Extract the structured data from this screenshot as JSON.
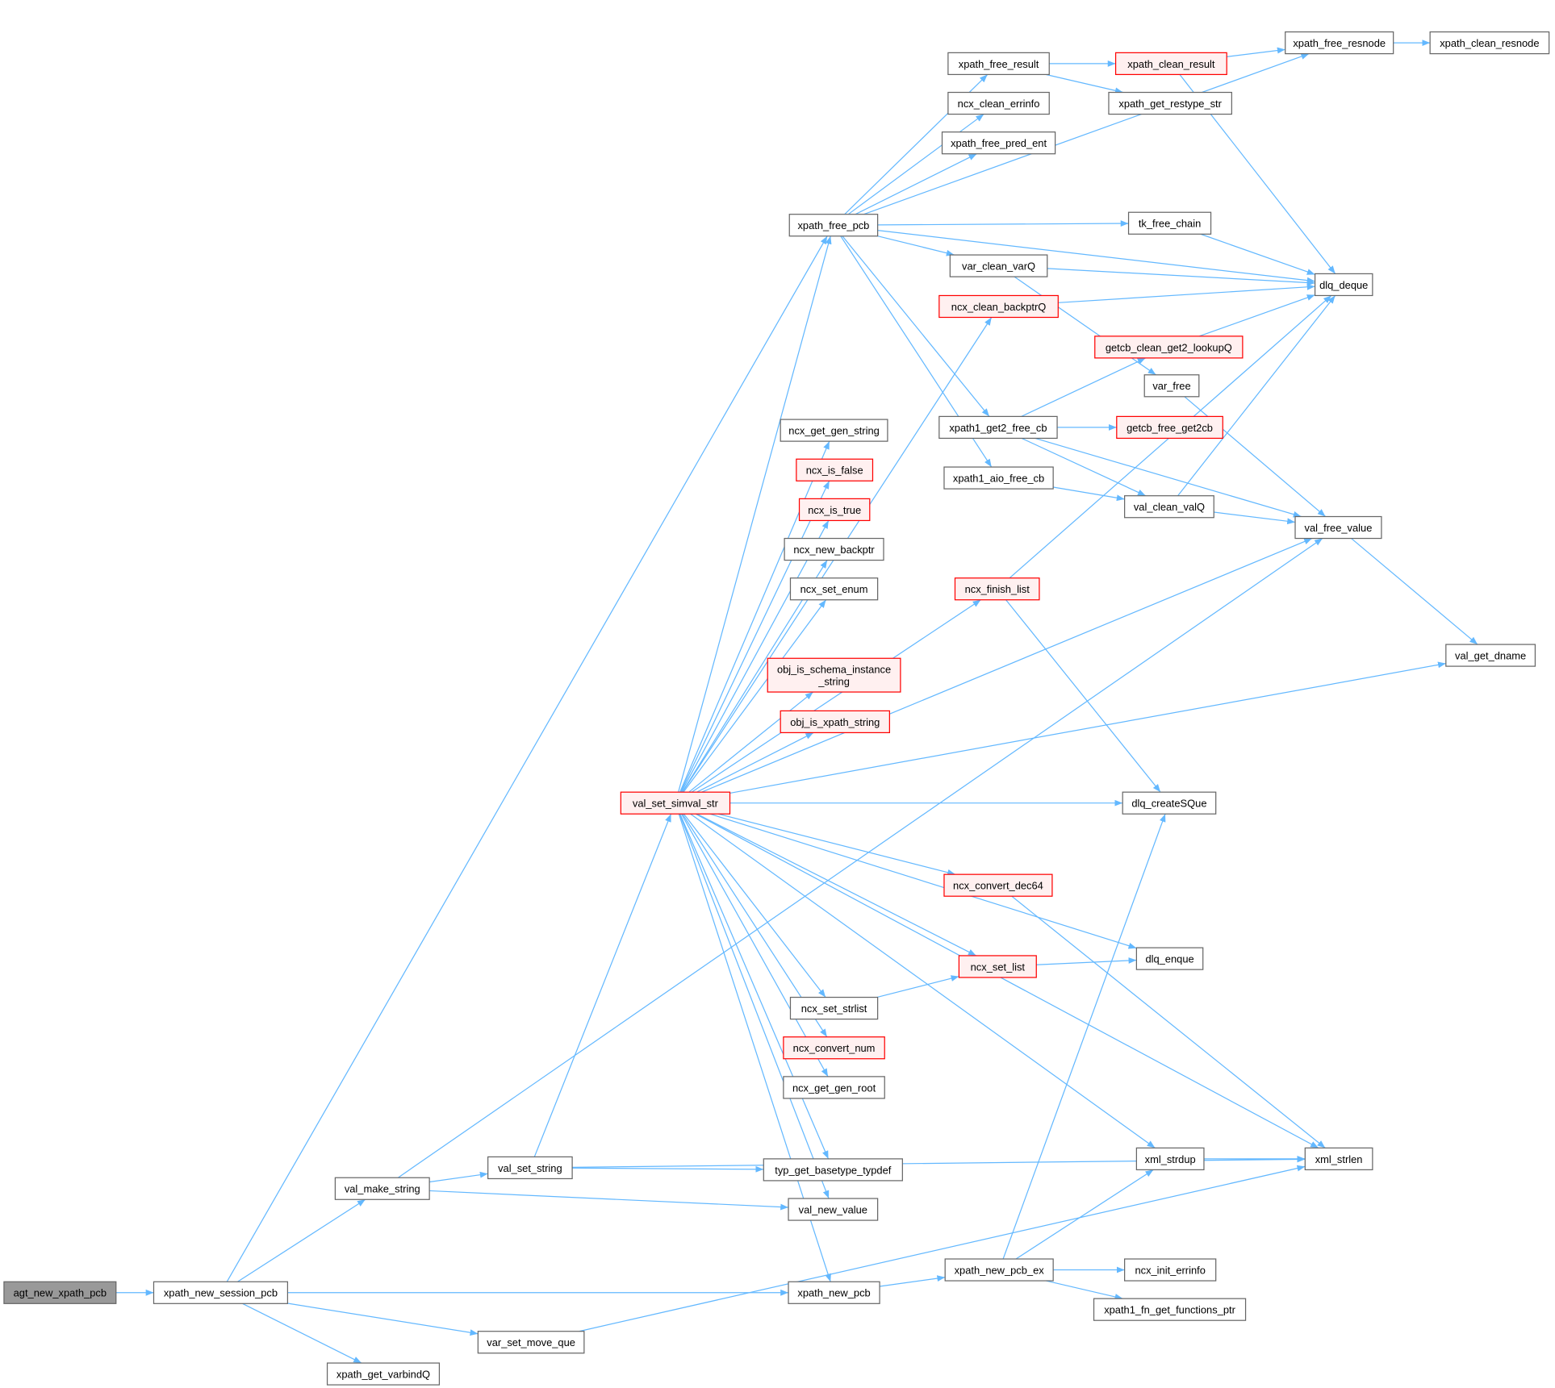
{
  "colors": {
    "edge": "#63b8ff",
    "node_border": "#666666",
    "node_fill": "#ffffff",
    "root_fill": "#999999",
    "root_border": "#666666",
    "highlight_border": "#ff0000",
    "highlight_fill": "#fff0f0"
  },
  "nodes": [
    {
      "id": "agt_new_xpath_pcb",
      "label": [
        "agt_new_xpath_pcb"
      ],
      "kind": "root"
    },
    {
      "id": "xpath_new_session_pcb",
      "label": [
        "xpath_new_session_pcb"
      ]
    },
    {
      "id": "xpath_get_varbindQ",
      "label": [
        "xpath_get_varbindQ"
      ]
    },
    {
      "id": "var_set_move_que",
      "label": [
        "var_set_move_que"
      ]
    },
    {
      "id": "val_make_string",
      "label": [
        "val_make_string"
      ]
    },
    {
      "id": "val_set_string",
      "label": [
        "val_set_string"
      ]
    },
    {
      "id": "xpath_new_pcb",
      "label": [
        "xpath_new_pcb"
      ]
    },
    {
      "id": "xpath_new_pcb_ex",
      "label": [
        "xpath_new_pcb_ex"
      ]
    },
    {
      "id": "ncx_init_errinfo",
      "label": [
        "ncx_init_errinfo"
      ]
    },
    {
      "id": "xpath1_fn_get_functions_ptr",
      "label": [
        "xpath1_fn_get_functions_ptr"
      ]
    },
    {
      "id": "val_new_value",
      "label": [
        "val_new_value"
      ]
    },
    {
      "id": "typ_get_basetype_typdef",
      "label": [
        "typ_get_basetype_typdef"
      ]
    },
    {
      "id": "xml_strdup",
      "label": [
        "xml_strdup"
      ]
    },
    {
      "id": "xml_strlen",
      "label": [
        "xml_strlen"
      ]
    },
    {
      "id": "ncx_get_gen_root",
      "label": [
        "ncx_get_gen_root"
      ]
    },
    {
      "id": "ncx_convert_num",
      "label": [
        "ncx_convert_num"
      ],
      "kind": "hl"
    },
    {
      "id": "ncx_set_strlist",
      "label": [
        "ncx_set_strlist"
      ]
    },
    {
      "id": "ncx_set_list",
      "label": [
        "ncx_set_list"
      ],
      "kind": "hl"
    },
    {
      "id": "dlq_enque",
      "label": [
        "dlq_enque"
      ]
    },
    {
      "id": "ncx_convert_dec64",
      "label": [
        "ncx_convert_dec64"
      ],
      "kind": "hl"
    },
    {
      "id": "val_set_simval_str",
      "label": [
        "val_set_simval_str"
      ],
      "kind": "hl"
    },
    {
      "id": "dlq_createSQue",
      "label": [
        "dlq_createSQue"
      ]
    },
    {
      "id": "obj_is_xpath_string",
      "label": [
        "obj_is_xpath_string"
      ],
      "kind": "hl"
    },
    {
      "id": "obj_is_schema_instance_string",
      "label": [
        "obj_is_schema_instance",
        "_string"
      ],
      "kind": "hl"
    },
    {
      "id": "ncx_set_enum",
      "label": [
        "ncx_set_enum"
      ]
    },
    {
      "id": "ncx_new_backptr",
      "label": [
        "ncx_new_backptr"
      ]
    },
    {
      "id": "ncx_is_true",
      "label": [
        "ncx_is_true"
      ],
      "kind": "hl"
    },
    {
      "id": "ncx_is_false",
      "label": [
        "ncx_is_false"
      ],
      "kind": "hl"
    },
    {
      "id": "ncx_get_gen_string",
      "label": [
        "ncx_get_gen_string"
      ]
    },
    {
      "id": "ncx_finish_list",
      "label": [
        "ncx_finish_list"
      ],
      "kind": "hl"
    },
    {
      "id": "val_get_dname",
      "label": [
        "val_get_dname"
      ]
    },
    {
      "id": "val_free_value",
      "label": [
        "val_free_value"
      ]
    },
    {
      "id": "val_clean_valQ",
      "label": [
        "val_clean_valQ"
      ]
    },
    {
      "id": "xpath1_aio_free_cb",
      "label": [
        "xpath1_aio_free_cb"
      ]
    },
    {
      "id": "xpath1_get2_free_cb",
      "label": [
        "xpath1_get2_free_cb"
      ]
    },
    {
      "id": "getcb_free_get2cb",
      "label": [
        "getcb_free_get2cb"
      ],
      "kind": "hl"
    },
    {
      "id": "var_free",
      "label": [
        "var_free"
      ]
    },
    {
      "id": "getcb_clean_get2_lookupQ",
      "label": [
        "getcb_clean_get2_lookupQ"
      ],
      "kind": "hl"
    },
    {
      "id": "ncx_clean_backptrQ",
      "label": [
        "ncx_clean_backptrQ"
      ],
      "kind": "hl"
    },
    {
      "id": "var_clean_varQ",
      "label": [
        "var_clean_varQ"
      ]
    },
    {
      "id": "dlq_deque",
      "label": [
        "dlq_deque"
      ]
    },
    {
      "id": "tk_free_chain",
      "label": [
        "tk_free_chain"
      ]
    },
    {
      "id": "xpath_free_pcb",
      "label": [
        "xpath_free_pcb"
      ]
    },
    {
      "id": "xpath_free_pred_ent",
      "label": [
        "xpath_free_pred_ent"
      ]
    },
    {
      "id": "ncx_clean_errinfo",
      "label": [
        "ncx_clean_errinfo"
      ]
    },
    {
      "id": "xpath_free_result",
      "label": [
        "xpath_free_result"
      ]
    },
    {
      "id": "xpath_clean_result",
      "label": [
        "xpath_clean_result"
      ],
      "kind": "hl"
    },
    {
      "id": "xpath_get_restype_str",
      "label": [
        "xpath_get_restype_str"
      ]
    },
    {
      "id": "xpath_free_resnode",
      "label": [
        "xpath_free_resnode"
      ]
    },
    {
      "id": "xpath_clean_resnode",
      "label": [
        "xpath_clean_resnode"
      ]
    }
  ],
  "edges": [
    [
      "agt_new_xpath_pcb",
      "xpath_new_session_pcb"
    ],
    [
      "xpath_new_session_pcb",
      "xpath_free_pcb"
    ],
    [
      "xpath_new_session_pcb",
      "val_make_string"
    ],
    [
      "xpath_new_session_pcb",
      "xpath_new_pcb"
    ],
    [
      "xpath_new_session_pcb",
      "var_set_move_que"
    ],
    [
      "xpath_new_session_pcb",
      "xpath_get_varbindQ"
    ],
    [
      "val_make_string",
      "val_set_string"
    ],
    [
      "val_make_string",
      "val_new_value"
    ],
    [
      "val_make_string",
      "val_free_value"
    ],
    [
      "val_set_string",
      "val_set_simval_str"
    ],
    [
      "val_set_string",
      "typ_get_basetype_typdef"
    ],
    [
      "val_set_string",
      "xml_strlen"
    ],
    [
      "var_set_move_que",
      "xml_strlen"
    ],
    [
      "xpath_new_pcb",
      "xpath_new_pcb_ex"
    ],
    [
      "xpath_new_pcb_ex",
      "dlq_createSQue"
    ],
    [
      "xpath_new_pcb_ex",
      "xml_strdup"
    ],
    [
      "xpath_new_pcb_ex",
      "ncx_init_errinfo"
    ],
    [
      "xpath_new_pcb_ex",
      "xpath1_fn_get_functions_ptr"
    ],
    [
      "xml_strdup",
      "xml_strlen"
    ],
    [
      "val_set_simval_str",
      "xpath_free_pcb"
    ],
    [
      "val_set_simval_str",
      "ncx_clean_backptrQ"
    ],
    [
      "val_set_simval_str",
      "ncx_finish_list"
    ],
    [
      "val_set_simval_str",
      "ncx_get_gen_string"
    ],
    [
      "val_set_simval_str",
      "ncx_is_false"
    ],
    [
      "val_set_simval_str",
      "ncx_is_true"
    ],
    [
      "val_set_simval_str",
      "ncx_new_backptr"
    ],
    [
      "val_set_simval_str",
      "ncx_set_enum"
    ],
    [
      "val_set_simval_str",
      "obj_is_schema_instance_string"
    ],
    [
      "val_set_simval_str",
      "obj_is_xpath_string"
    ],
    [
      "val_set_simval_str",
      "val_free_value"
    ],
    [
      "val_set_simval_str",
      "val_get_dname"
    ],
    [
      "val_set_simval_str",
      "dlq_createSQue"
    ],
    [
      "val_set_simval_str",
      "xml_strlen"
    ],
    [
      "val_set_simval_str",
      "ncx_convert_dec64"
    ],
    [
      "val_set_simval_str",
      "dlq_enque"
    ],
    [
      "val_set_simval_str",
      "ncx_set_list"
    ],
    [
      "val_set_simval_str",
      "ncx_set_strlist"
    ],
    [
      "val_set_simval_str",
      "ncx_convert_num"
    ],
    [
      "val_set_simval_str",
      "ncx_get_gen_root"
    ],
    [
      "val_set_simval_str",
      "xml_strdup"
    ],
    [
      "val_set_simval_str",
      "typ_get_basetype_typdef"
    ],
    [
      "val_set_simval_str",
      "val_new_value"
    ],
    [
      "val_set_simval_str",
      "xpath_new_pcb"
    ],
    [
      "xpath_free_pcb",
      "xpath_free_resnode"
    ],
    [
      "xpath_free_pcb",
      "xpath_free_result"
    ],
    [
      "xpath_free_pcb",
      "ncx_clean_errinfo"
    ],
    [
      "xpath_free_pcb",
      "xpath_free_pred_ent"
    ],
    [
      "xpath_free_pcb",
      "dlq_deque"
    ],
    [
      "xpath_free_pcb",
      "tk_free_chain"
    ],
    [
      "xpath_free_pcb",
      "var_clean_varQ"
    ],
    [
      "xpath_free_pcb",
      "xpath1_get2_free_cb"
    ],
    [
      "xpath_free_pcb",
      "xpath1_aio_free_cb"
    ],
    [
      "xpath_free_result",
      "xpath_clean_result"
    ],
    [
      "xpath_free_result",
      "xpath_get_restype_str"
    ],
    [
      "xpath_clean_result",
      "xpath_free_resnode"
    ],
    [
      "xpath_clean_result",
      "dlq_deque"
    ],
    [
      "xpath_free_resnode",
      "xpath_clean_resnode"
    ],
    [
      "tk_free_chain",
      "dlq_deque"
    ],
    [
      "var_clean_varQ",
      "dlq_deque"
    ],
    [
      "var_clean_varQ",
      "var_free"
    ],
    [
      "ncx_clean_backptrQ",
      "dlq_deque"
    ],
    [
      "getcb_clean_get2_lookupQ",
      "dlq_deque"
    ],
    [
      "var_free",
      "val_free_value"
    ],
    [
      "xpath1_get2_free_cb",
      "getcb_clean_get2_lookupQ"
    ],
    [
      "xpath1_get2_free_cb",
      "getcb_free_get2cb"
    ],
    [
      "xpath1_get2_free_cb",
      "val_clean_valQ"
    ],
    [
      "xpath1_get2_free_cb",
      "val_free_value"
    ],
    [
      "xpath1_aio_free_cb",
      "val_clean_valQ"
    ],
    [
      "val_clean_valQ",
      "dlq_deque"
    ],
    [
      "val_clean_valQ",
      "val_free_value"
    ],
    [
      "val_free_value",
      "val_get_dname"
    ],
    [
      "ncx_finish_list",
      "dlq_deque"
    ],
    [
      "ncx_finish_list",
      "dlq_createSQue"
    ],
    [
      "ncx_convert_dec64",
      "xml_strlen"
    ],
    [
      "ncx_set_list",
      "dlq_enque"
    ],
    [
      "ncx_set_strlist",
      "ncx_set_list"
    ]
  ]
}
